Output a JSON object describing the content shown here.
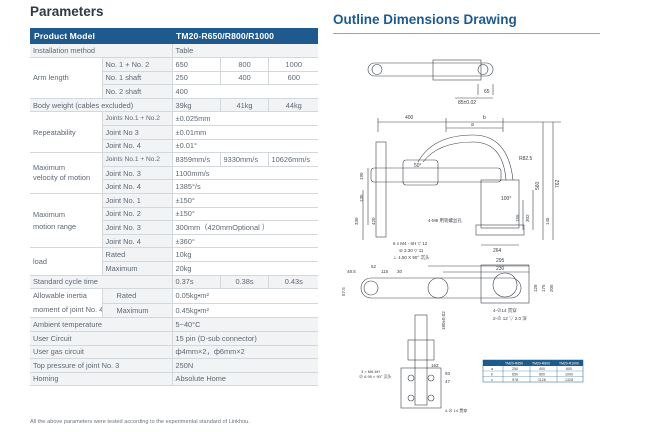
{
  "titles": {
    "parameters": "Parameters",
    "drawing": "Outline Dimensions Drawing"
  },
  "table": {
    "header_label": "Product Model",
    "header_model": "TM20-R650/R800/R1000",
    "install_label": "Installation method",
    "install_value": "Table",
    "arm_label": "Arm length",
    "arm_rows": [
      {
        "sub": "No. 1 + No. 2",
        "v1": "650",
        "v2": "800",
        "v3": "1000"
      },
      {
        "sub": "No. 1 shaft",
        "v1": "250",
        "v2": "400",
        "v3": "600"
      },
      {
        "sub": "No. 2 shaft",
        "v1": "400"
      }
    ],
    "weight_label": "Body weight (cables excluded)",
    "weight_v1": "39kg",
    "weight_v2": "41kg",
    "weight_v3": "44kg",
    "repeat_label": "Repeatability",
    "repeat_rows": [
      {
        "sub": "Joints No.1 + No.2",
        "v": "±0.025mm"
      },
      {
        "sub": "Joint No 3",
        "v": "±0.01mm"
      },
      {
        "sub": "Joint No. 4",
        "v": "±0.01°"
      }
    ],
    "vel_label_1": "Maximum",
    "vel_label_2": "velocity of motion",
    "vel_rows": [
      {
        "sub": "Joints No.1 + No.2",
        "v1": "8359mm/s",
        "v2": "9330mm/s",
        "v3": "10626mm/s"
      },
      {
        "sub": "Joint No. 3",
        "v": "1100mm/s"
      },
      {
        "sub": "Joint No. 4",
        "v": "1385°/s"
      }
    ],
    "range_label_1": "Maximum",
    "range_label_2": "motion range",
    "range_rows": [
      {
        "sub": "Joint No. 1",
        "v": "±150°"
      },
      {
        "sub": "Joint No. 2",
        "v": "±150°"
      },
      {
        "sub": "Joint No. 3",
        "v": "300mm（420mmOptional ）"
      },
      {
        "sub": "Joint No. 4",
        "v": "±360°"
      }
    ],
    "load_label": "load",
    "load_rows": [
      {
        "sub": "Rated",
        "v": "10kg"
      },
      {
        "sub": "Maximum",
        "v": "20kg"
      }
    ],
    "cycle_label": "Standard cycle time",
    "cycle_v1": "0.37s",
    "cycle_v2": "0.38s",
    "cycle_v3": "0.43s",
    "inertia_label_1": "Allowable inertia",
    "inertia_label_2": "moment of joint No. 4",
    "inertia_rows": [
      {
        "sub": "Rated",
        "v": "0.05kg•m²"
      },
      {
        "sub": "Maximum",
        "v": "0.45kg•m²"
      }
    ],
    "ambient_label": "Ambient temperature",
    "ambient_value": "5~40°C",
    "circuit_label": "User Circuit",
    "circuit_value": "15 pin (D-sub connector)",
    "gas_label": "User gas circuit",
    "gas_value": "ф4mm×2，ф6mm×2",
    "pressure_label": "Top pressure of joint No. 3",
    "pressure_value": "250N",
    "homing_label": "Homing",
    "homing_value": "Absolute Home"
  },
  "footnote": "All the above parameters were tested according to the experimental standard of Linkhou.",
  "drawing": {
    "top_view_dims": [
      "65",
      "85±0.02"
    ],
    "side_dims": [
      "400",
      "a",
      "b",
      "R82.5",
      "50°",
      "100°",
      "560",
      "762",
      "190",
      "135",
      "155",
      "420",
      "302",
      "145",
      "264",
      "330"
    ],
    "side_note": "4-M6 用装螺丝孔",
    "plan_note_1": "6 x M4 - 6H  ▽ 12",
    "plan_note_2": "⊘ 3.30  ▽ 11",
    "plan_note_3": "⊥ 4.50 X 90° 沉头",
    "plan_dims": [
      "295",
      "230",
      "52",
      "115",
      "48.5",
      "30",
      "57.5",
      "128",
      "175",
      "205",
      "180±0.02"
    ],
    "plan_note_4": "4-⊘14 贯穿",
    "plan_note_5": "2-⊘ 12 ▽ 2.0 深",
    "bottom_note_1": "3 × M6-6H",
    "bottom_note_2": "⊘ 6.99 × 90° 沉头",
    "bottom_note_3": "4-⊘ 14 贯穿",
    "bottom_dims": [
      "163",
      "93",
      "47"
    ],
    "legend_headers": [
      "TM20-R650",
      "TM20-R800",
      "TM20-R1000"
    ],
    "legend_rows": [
      {
        "key": "a",
        "v1": "250",
        "v2": "400",
        "v3": "600"
      },
      {
        "key": "b",
        "v1": "650",
        "v2": "800",
        "v3": "1000"
      },
      {
        "key": "c",
        "v1": "978",
        "v2": "1128",
        "v3": "1328"
      }
    ]
  },
  "colors": {
    "header": "#1f5a8e",
    "shade": "#f2f3f5",
    "drawing_line": "#3a4048"
  }
}
